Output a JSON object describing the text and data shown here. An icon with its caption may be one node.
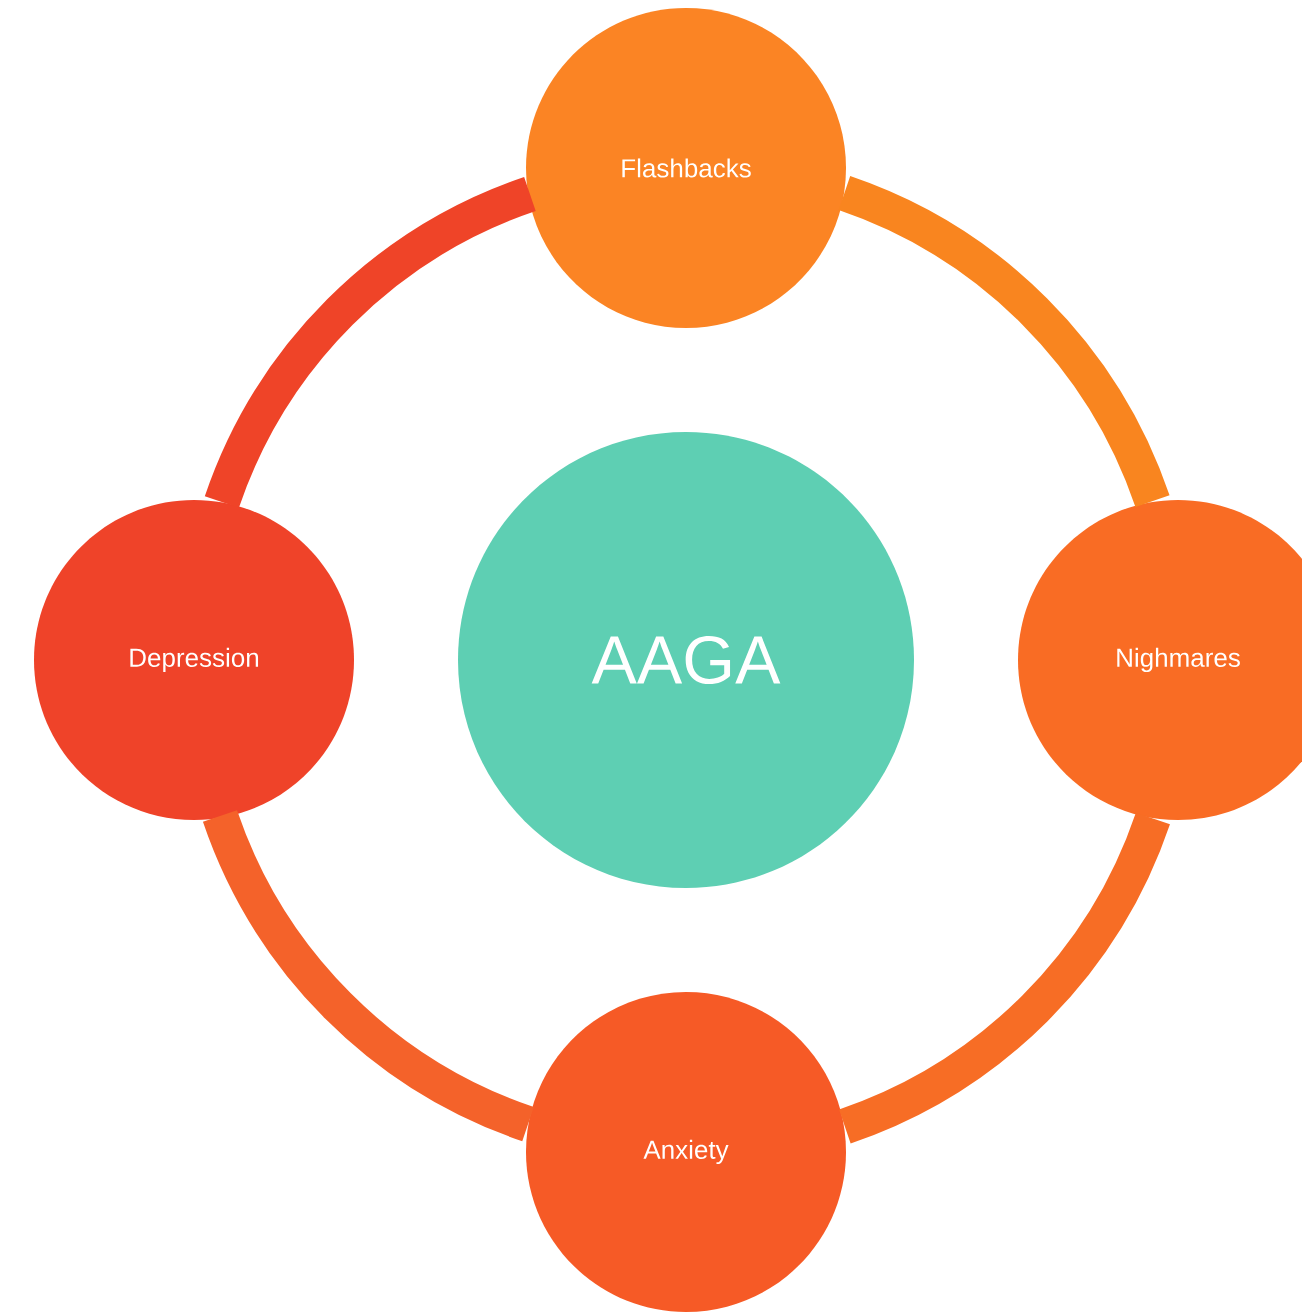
{
  "diagram": {
    "nodes": [
      {
        "text": [
          "Flashbacks"
        ]
      },
      {
        "text": [
          "Depression"
        ]
      },
      {
        "text": [
          "AAGA"
        ]
      },
      {
        "text": [
          "Nighmares"
        ]
      },
      {
        "text": [
          "Anxiety"
        ]
      }
    ],
    "edges": [
      {
        "from": 0,
        "to": 3,
        "arrow": "none",
        "color": "#f9851f"
      },
      {
        "from": 3,
        "to": 4,
        "arrow": "none",
        "color": "#f76d25"
      },
      {
        "from": 4,
        "to": 1,
        "arrow": "none",
        "color": "#f4622a"
      },
      {
        "from": 1,
        "to": 0,
        "arrow": "none",
        "color": "#ef4428"
      }
    ]
  }
}
